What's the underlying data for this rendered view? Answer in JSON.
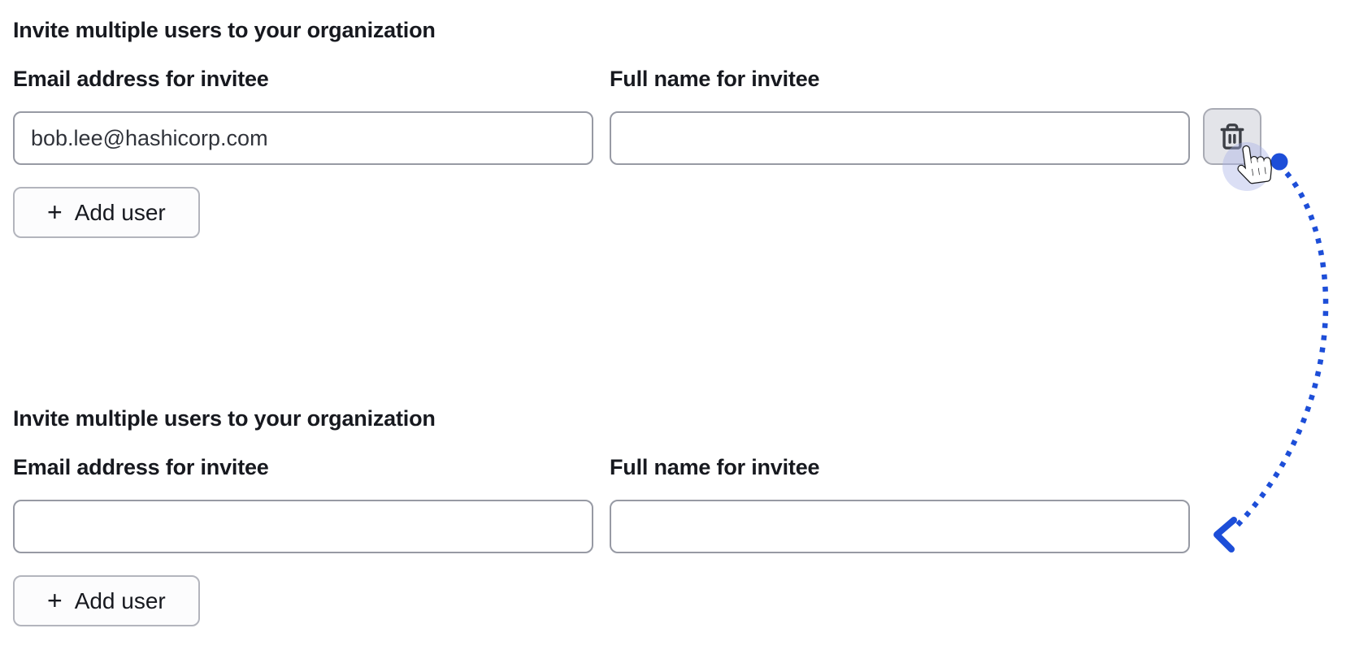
{
  "colors": {
    "accent_blue": "#1d4ed8",
    "text_primary": "#17191f",
    "text_input": "#30333a",
    "input_border": "#979aa4",
    "button_border": "#b3b5bd",
    "button_bg": "#fcfcfd",
    "trash_bg": "#e3e4e9",
    "trash_border": "#a9abb4",
    "icon": "#3c3f46",
    "click_halo": "#aab3e8"
  },
  "icons": {
    "delete": "trash-icon",
    "add": "plus-icon",
    "pointer": "hand-pointer-cursor-icon",
    "arrow": "dotted-curved-arrow"
  },
  "sections": [
    {
      "heading": "Invite multiple users to your organization",
      "email_label": "Email address for invitee",
      "name_label": "Full name for invitee",
      "email_value": "bob.lee@hashicorp.com",
      "name_value": "",
      "add_user_icon": "+",
      "add_user_label": "Add user"
    },
    {
      "heading": "Invite multiple users to your organization",
      "email_label": "Email address for invitee",
      "name_label": "Full name for invitee",
      "email_value": "",
      "name_value": "",
      "add_user_icon": "+",
      "add_user_label": "Add user"
    }
  ]
}
